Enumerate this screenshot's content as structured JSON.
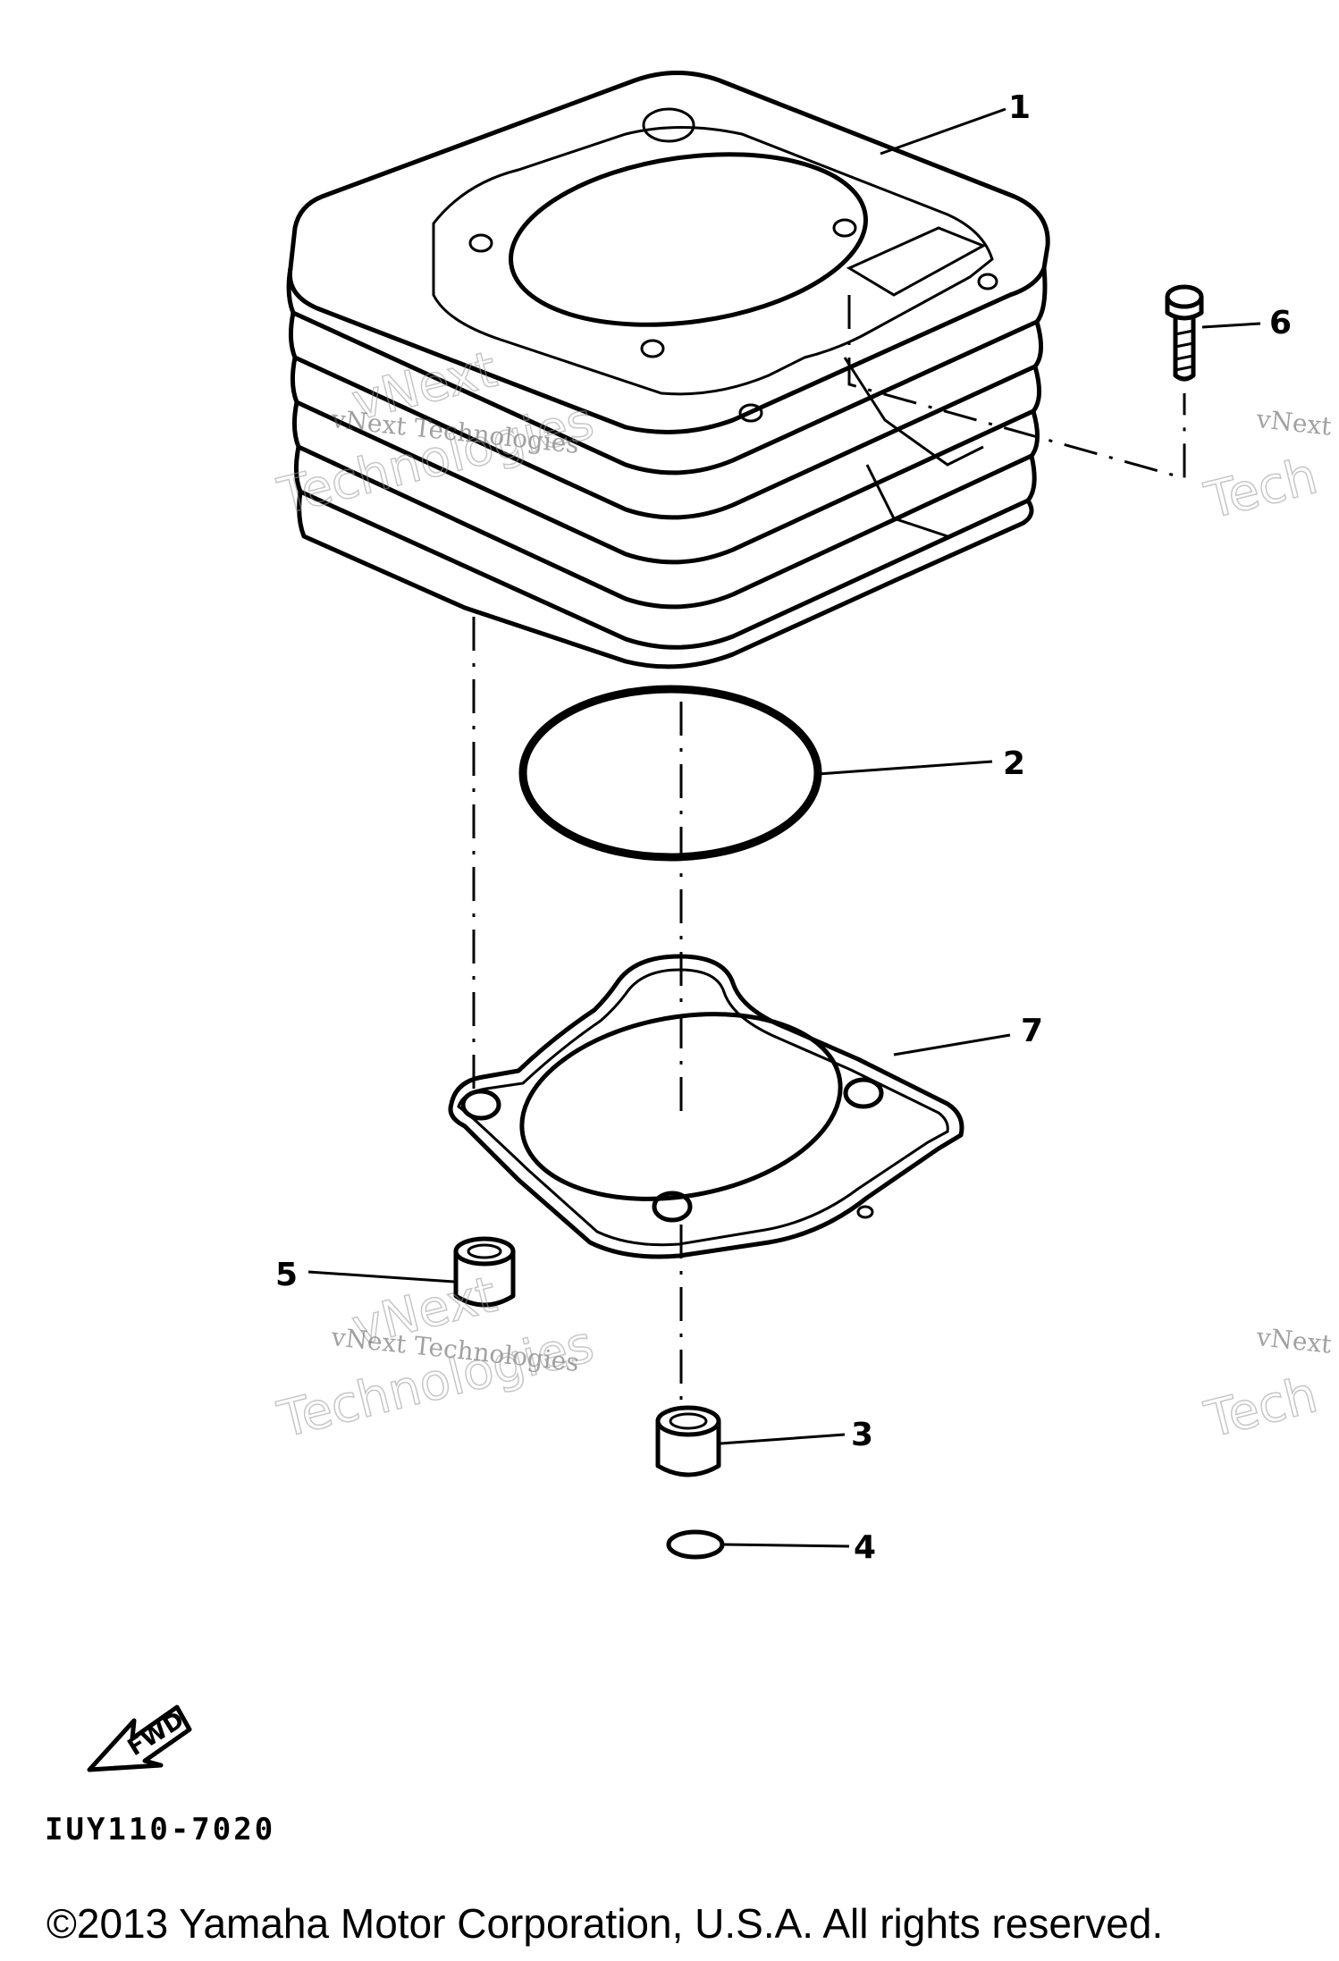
{
  "callouts": [
    "1",
    "2",
    "3",
    "4",
    "5",
    "6",
    "7"
  ],
  "watermark": {
    "line1": "vNext Technologies",
    "line2": "vNext",
    "line3": "Technologies",
    "edge1": "vNext",
    "edge2": "Tech"
  },
  "fwd_label": "FWD",
  "diagram_code": "IUY110-7020",
  "copyright": "©2013 Yamaha Motor Corporation, U.S.A. All rights reserved."
}
